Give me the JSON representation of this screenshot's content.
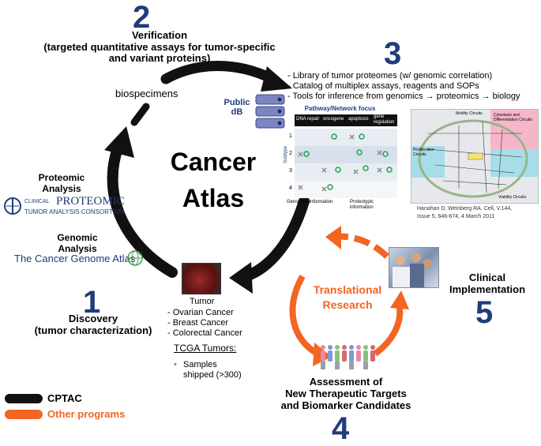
{
  "step2": {
    "number": "2",
    "title": "Verification",
    "subtitle": "(targeted quantitative assays for tumor-specific and variant proteins)"
  },
  "step3": {
    "number": "3",
    "bullets": [
      "- Library of tumor proteomes (w/ genomic correlation)",
      "- Catalog of multiplex assays, reagents and SOPs",
      "- Tools for inference from genomics → proteomics → biology"
    ]
  },
  "db": {
    "label_line1": "Public",
    "label_line2": "dB"
  },
  "biospecimens": "biospecimens",
  "center": {
    "line1": "Cancer",
    "line2": "Atlas"
  },
  "proteomic": {
    "line1": "Proteomic",
    "line2": "Analysis"
  },
  "cptac_logo": {
    "small": "CLINICAL",
    "big": "PROTEOMIC",
    "sub": "TUMOR ANALYSIS CONSORTIUM"
  },
  "genomic": {
    "line1": "Genomic",
    "line2": "Analysis"
  },
  "tcga_logo": "The Cancer Genome Atlas",
  "step1": {
    "number": "1",
    "title": "Discovery",
    "subtitle": "(tumor characterization)"
  },
  "tumor": {
    "label": "Tumor",
    "types": [
      "- Ovarian Cancer",
      "- Breast Cancer",
      "- Colorectal Cancer"
    ],
    "tcga_heading": "TCGA Tumors:",
    "bullet_line1": "Samples",
    "bullet_line2": "shipped (>300)"
  },
  "pathway_table": {
    "title": "Pathway/Network focus",
    "columns": [
      "DNA repair",
      "oncogene",
      "apoptosis",
      "gene regulation"
    ],
    "row_axis": "Subtype",
    "rows": [
      "1",
      "2",
      "3",
      "4"
    ],
    "legend_genotypic": "Genotypic information",
    "legend_proteotypic": "Proteotypic information"
  },
  "hallmarks": {
    "labels": [
      "Motility Circuits",
      "Cytostasis and Differentiation Circuits",
      "Proliferation Circuits",
      "Viability Circuits"
    ],
    "citation_line1": "Hanahan D, Weinberg RA. Cell,  V.144,",
    "citation_line2": "Issue 5, 646-674, 4 March 2011"
  },
  "translational": {
    "line1": "Translational",
    "line2": "Research"
  },
  "clinical": {
    "line1": "Clinical",
    "line2": "Implementation",
    "number": "5"
  },
  "step4": {
    "line1": "Assessment of",
    "line2": "New Therapeutic Targets",
    "line3": "and Biomarker Candidates",
    "number": "4"
  },
  "legend": {
    "cptac": "CPTAC",
    "other": "Other programs",
    "cptac_color": "#111111",
    "other_color": "#f26522"
  }
}
